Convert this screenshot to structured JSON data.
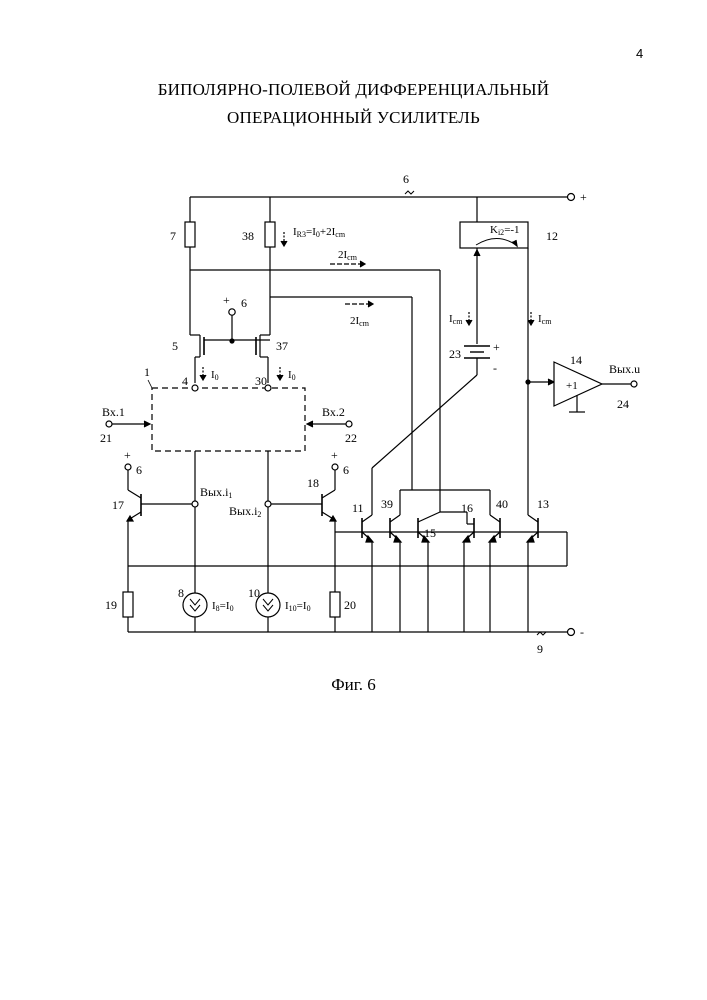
{
  "page_number": "4",
  "title_line1": "БИПОЛЯРНО-ПОЛЕВОЙ ДИФФЕРЕНЦИАЛЬНЫЙ",
  "title_line2": "ОПЕРАЦИОННЫЙ УСИЛИТЕЛЬ",
  "figure_caption": "Фиг. 6",
  "labels": {
    "n1": "1",
    "n4": "4",
    "n5": "5",
    "n6": "6",
    "n7": "7",
    "n8": "8",
    "n9": "9",
    "n10": "10",
    "n11": "11",
    "n12": "12",
    "n13": "13",
    "n14": "14",
    "n15": "15",
    "n16": "16",
    "n17": "17",
    "n18": "18",
    "n19": "19",
    "n20": "20",
    "n21": "21",
    "n22": "22",
    "n23": "23",
    "n24": "24",
    "n30": "30",
    "n37": "37",
    "n38": "38",
    "n39": "39",
    "n40": "40",
    "plus": "+",
    "minus": "-",
    "in1": "Вх.1",
    "in2": "Вх.2",
    "out_i": "Вых.i",
    "out_u": "Вых.u",
    "I": "I",
    "R3": "R3",
    "cm": "cm",
    "zero": "0",
    "eq": "=",
    "plus_sign": "+",
    "two_I": "2I",
    "K": "K",
    "i2": "i2",
    "k_value": "=-1",
    "buffer_gain": "+1",
    "sub1": "1",
    "sub2": "2",
    "sub8": "8",
    "sub10": "10"
  }
}
